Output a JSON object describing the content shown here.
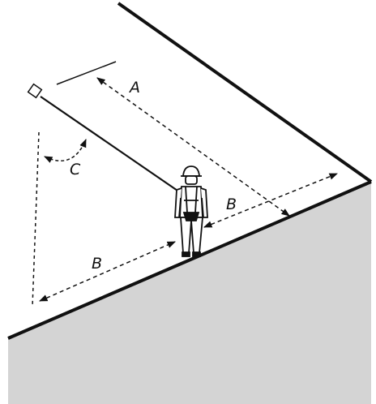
{
  "labels": {
    "anchor_distance": "A",
    "side_distance_right": "B",
    "side_distance_left": "B",
    "angle": "C"
  },
  "colors": {
    "roof_edge": "#111111",
    "wall_face": "#d4d4d4",
    "lines": "#111111",
    "background": "#ffffff"
  }
}
